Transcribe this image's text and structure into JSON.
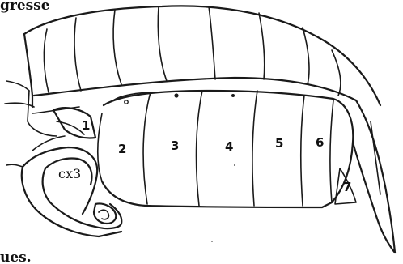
{
  "cut_text": {
    "top_left": "gresse",
    "bottom_left": "ues."
  },
  "labels": {
    "segment_1": "1",
    "segment_2": "2",
    "segment_3": "3",
    "segment_4": "4",
    "segment_5": "5",
    "segment_6": "6",
    "segment_7": "7",
    "coxa": "cx3"
  },
  "colors": {
    "ink": "#1a1a1a",
    "paper": "#ffffff"
  }
}
